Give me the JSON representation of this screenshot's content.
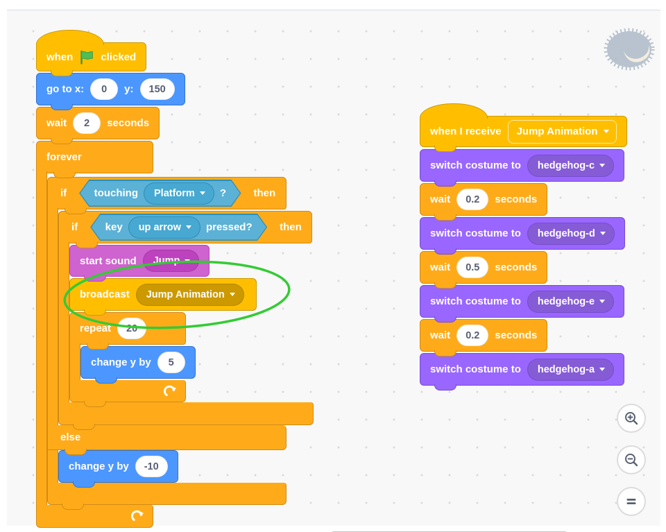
{
  "colors": {
    "motion_blue": "#4C97FF",
    "looks_purple": "#9966FF",
    "sound_magenta": "#CF63CF",
    "events_yellow": "#FFBF00",
    "control_orange": "#FFAB19",
    "sensing_blue": "#5CB1D6",
    "annotation_green": "#34CB34",
    "workspace_bg": "#F8F8F8",
    "control_icon_gray": "#57606F"
  },
  "left_script": {
    "when_flag": {
      "prefix": "when",
      "suffix": "clicked"
    },
    "goto": {
      "label": "go to x:",
      "x": "0",
      "y_label": "y:",
      "y": "150"
    },
    "wait": {
      "label": "wait",
      "value": "2",
      "suffix": "seconds"
    },
    "forever": {
      "label": "forever"
    },
    "if_touching": {
      "if": "if",
      "touching": "touching",
      "dropdown": "Platform",
      "question": "?",
      "then": "then",
      "else": "else"
    },
    "if_key": {
      "if": "if",
      "key": "key",
      "dropdown": "up arrow",
      "pressed": "pressed?",
      "then": "then"
    },
    "start_sound": {
      "label": "start sound",
      "dropdown": "Jump"
    },
    "broadcast": {
      "label": "broadcast",
      "dropdown": "Jump Animation"
    },
    "repeat": {
      "label": "repeat",
      "count": "20"
    },
    "change_y_up": {
      "label": "change y by",
      "value": "5"
    },
    "change_y_down": {
      "label": "change y by",
      "value": "-10"
    }
  },
  "right_script": {
    "hat": {
      "label": "when I receive",
      "dropdown": "Jump Animation"
    },
    "blocks": [
      {
        "label": "switch costume to",
        "dropdown": "hedgehog-c"
      },
      {
        "label": "wait",
        "value": "0.2",
        "suffix": "seconds"
      },
      {
        "label": "switch costume to",
        "dropdown": "hedgehog-d"
      },
      {
        "label": "wait",
        "value": "0.5",
        "suffix": "seconds"
      },
      {
        "label": "switch costume to",
        "dropdown": "hedgehog-e"
      },
      {
        "label": "wait",
        "value": "0.2",
        "suffix": "seconds"
      },
      {
        "label": "switch costume to",
        "dropdown": "hedgehog-a"
      }
    ]
  },
  "icons": {
    "flag": "green-flag-icon",
    "loop": "loop-arrow-icon",
    "zoom_in": "zoom-in-icon",
    "zoom_out": "zoom-out-icon",
    "zoom_reset": "zoom-reset-icon",
    "sprite": "hedgehog-sprite-watermark"
  }
}
